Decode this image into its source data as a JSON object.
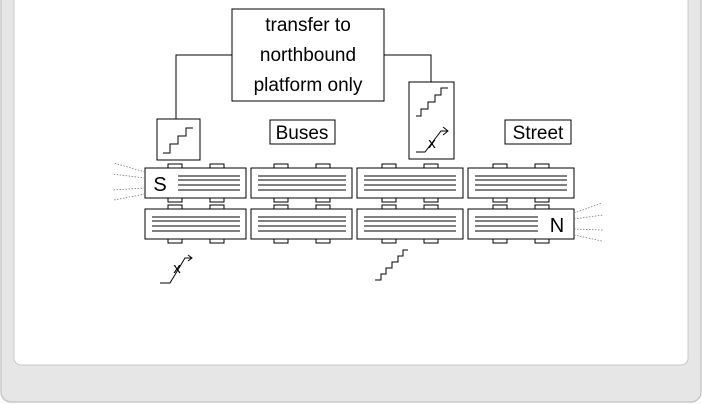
{
  "callout": {
    "line1": "transfer to",
    "line2": "northbound",
    "line3": "platform only"
  },
  "labels": {
    "buses": "Buses",
    "street": "Street"
  },
  "direction": {
    "south": "S",
    "north": "N"
  },
  "colors": {
    "panel_fill": "#e6e6e6",
    "panel_border": "#c8c8c8",
    "ink": "#000000"
  }
}
